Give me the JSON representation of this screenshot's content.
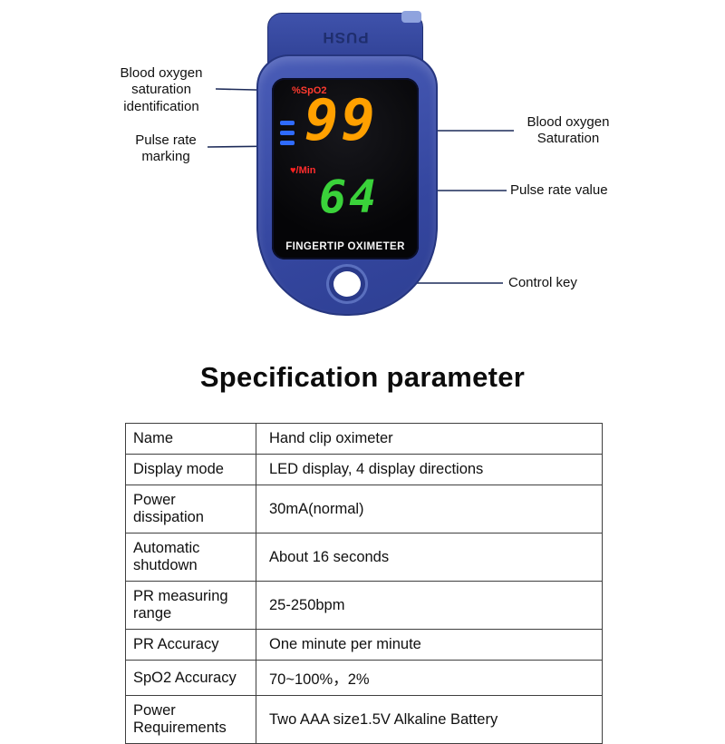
{
  "device": {
    "push_label": "PUSH",
    "screen": {
      "spo2_label": "%SpO2",
      "spo2_value": "99",
      "heart_glyph": "♥",
      "pulse_unit": "/Min",
      "pulse_value": "64",
      "brand": "FINGERTIP OXIMETER"
    },
    "colors": {
      "body_blue": "#3547a0",
      "spo2_label_color": "#ff3b2f",
      "spo2_value_color": "#ffa000",
      "pulse_bar_color": "#2f6bff",
      "pulse_value_color": "#3ad23a",
      "brand_color": "#f5f5f5"
    }
  },
  "callouts": {
    "left": [
      {
        "label": "Blood oxygen saturation identification"
      },
      {
        "label": "Pulse rate marking"
      }
    ],
    "right": [
      {
        "label": "Blood oxygen Saturation"
      },
      {
        "label": "Pulse rate value"
      },
      {
        "label": "Control key"
      }
    ]
  },
  "heading": "Specification parameter",
  "spec_table": {
    "rows": [
      {
        "label": "Name",
        "value": "Hand clip oximeter"
      },
      {
        "label": "Display mode",
        "value": "LED display, 4 display directions"
      },
      {
        "label": "Power dissipation",
        "value": "30mA(normal)"
      },
      {
        "label": "Automatic shutdown",
        "value": "About 16 seconds"
      },
      {
        "label": "PR measuring range",
        "value": "25-250bpm"
      },
      {
        "label": "PR Accuracy",
        "value": "One minute per minute"
      },
      {
        "label": "SpO2 Accuracy",
        "value": "70~100%，2%"
      },
      {
        "label": "Power Requirements",
        "value": "Two AAA size1.5V Alkaline Battery"
      }
    ]
  }
}
